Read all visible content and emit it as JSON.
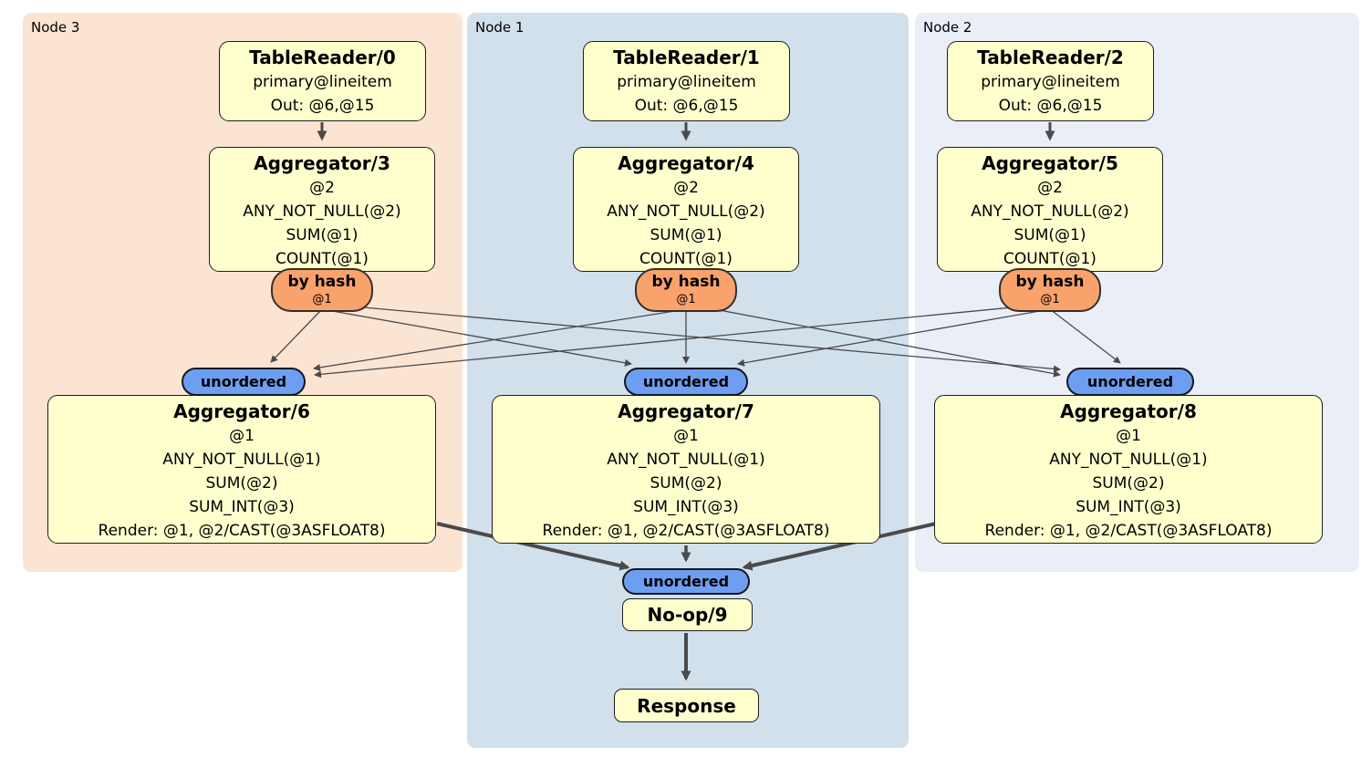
{
  "colors": {
    "page-bg": "#ffffff",
    "panel-node3": "#fce4d3",
    "panel-node1": "#d2e0ec",
    "panel-node2": "#eaeef7",
    "box-fill": "#ffffce",
    "box-border": "#1f1f1f",
    "router-fill": "#f9a26b",
    "stream-fill": "#6d9ef1",
    "edge": "#4a4a4a",
    "text": "#000000"
  },
  "panels": [
    {
      "label": "Node 3"
    },
    {
      "label": "Node 1"
    },
    {
      "label": "Node 2"
    }
  ],
  "table_readers": [
    {
      "title": "TableReader/0",
      "lines": [
        "primary@lineitem",
        "Out: @6,@15"
      ]
    },
    {
      "title": "TableReader/1",
      "lines": [
        "primary@lineitem",
        "Out: @6,@15"
      ]
    },
    {
      "title": "TableReader/2",
      "lines": [
        "primary@lineitem",
        "Out: @6,@15"
      ]
    }
  ],
  "hash_aggregators": [
    {
      "title": "Aggregator/3",
      "lines": [
        "@2",
        "ANY_NOT_NULL(@2)",
        "SUM(@1)",
        "COUNT(@1)"
      ]
    },
    {
      "title": "Aggregator/4",
      "lines": [
        "@2",
        "ANY_NOT_NULL(@2)",
        "SUM(@1)",
        "COUNT(@1)"
      ]
    },
    {
      "title": "Aggregator/5",
      "lines": [
        "@2",
        "ANY_NOT_NULL(@2)",
        "SUM(@1)",
        "COUNT(@1)"
      ]
    }
  ],
  "routers": [
    {
      "label": "by hash",
      "detail": "@1"
    },
    {
      "label": "by hash",
      "detail": "@1"
    },
    {
      "label": "by hash",
      "detail": "@1"
    }
  ],
  "streams": [
    {
      "label": "unordered"
    },
    {
      "label": "unordered"
    },
    {
      "label": "unordered"
    }
  ],
  "final_aggregators": [
    {
      "title": "Aggregator/6",
      "lines": [
        "@1",
        "ANY_NOT_NULL(@1)",
        "SUM(@2)",
        "SUM_INT(@3)",
        "Render: @1, @2/CAST(@3ASFLOAT8)"
      ]
    },
    {
      "title": "Aggregator/7",
      "lines": [
        "@1",
        "ANY_NOT_NULL(@1)",
        "SUM(@2)",
        "SUM_INT(@3)",
        "Render: @1, @2/CAST(@3ASFLOAT8)"
      ]
    },
    {
      "title": "Aggregator/8",
      "lines": [
        "@1",
        "ANY_NOT_NULL(@1)",
        "SUM(@2)",
        "SUM_INT(@3)",
        "Render: @1, @2/CAST(@3ASFLOAT8)"
      ]
    }
  ],
  "merge_stream": {
    "label": "unordered"
  },
  "noop": {
    "title": "No-op/9"
  },
  "response": {
    "title": "Response"
  }
}
